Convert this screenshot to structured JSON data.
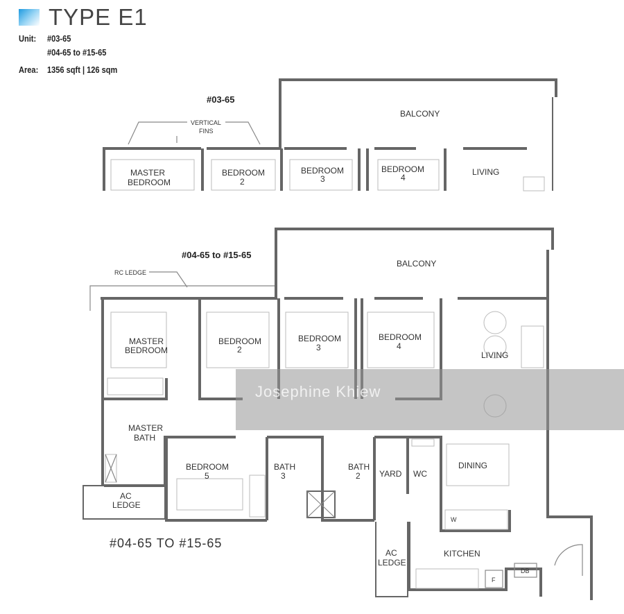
{
  "header": {
    "type_title": "TYPE E1",
    "unit_label": "Unit:",
    "unit_line1": "#03-65",
    "unit_line2": "#04-65 to #15-65",
    "area_label": "Area:",
    "area_value": "1356 sqft | 126 sqm"
  },
  "plan_top": {
    "title": "#03-65",
    "vertical_fins_1": "VERTICAL",
    "vertical_fins_2": "FINS",
    "rooms": {
      "balcony": "BALCONY",
      "master_bedroom_1": "MASTER",
      "master_bedroom_2": "BEDROOM",
      "bedroom2_1": "BEDROOM",
      "bedroom2_2": "2",
      "bedroom3_1": "BEDROOM",
      "bedroom3_2": "3",
      "bedroom4_1": "BEDROOM",
      "bedroom4_2": "4",
      "living": "LIVING"
    }
  },
  "plan_main": {
    "title": "#04-65 to #15-65",
    "rc_ledge": "RC LEDGE",
    "caption": "#04-65  TO  #15-65",
    "rooms": {
      "balcony": "BALCONY",
      "master_bedroom_1": "MASTER",
      "master_bedroom_2": "BEDROOM",
      "bedroom2_1": "BEDROOM",
      "bedroom2_2": "2",
      "bedroom3_1": "BEDROOM",
      "bedroom3_2": "3",
      "bedroom4_1": "BEDROOM",
      "bedroom4_2": "4",
      "living": "LIVING",
      "master_bath_1": "MASTER",
      "master_bath_2": "BATH",
      "ac_ledge_1": "AC",
      "ac_ledge_2": "LEDGE",
      "bedroom5_1": "BEDROOM",
      "bedroom5_2": "5",
      "bath3_1": "BATH",
      "bath3_2": "3",
      "bath2_1": "BATH",
      "bath2_2": "2",
      "yard": "YARD",
      "wc": "WC",
      "dining": "DINING",
      "ac_ledge2_1": "AC",
      "ac_ledge2_2": "LEDGE",
      "kitchen": "KITCHEN",
      "db": "DB",
      "f": "F",
      "w": "W"
    }
  },
  "watermark": "Josephine Khiew"
}
